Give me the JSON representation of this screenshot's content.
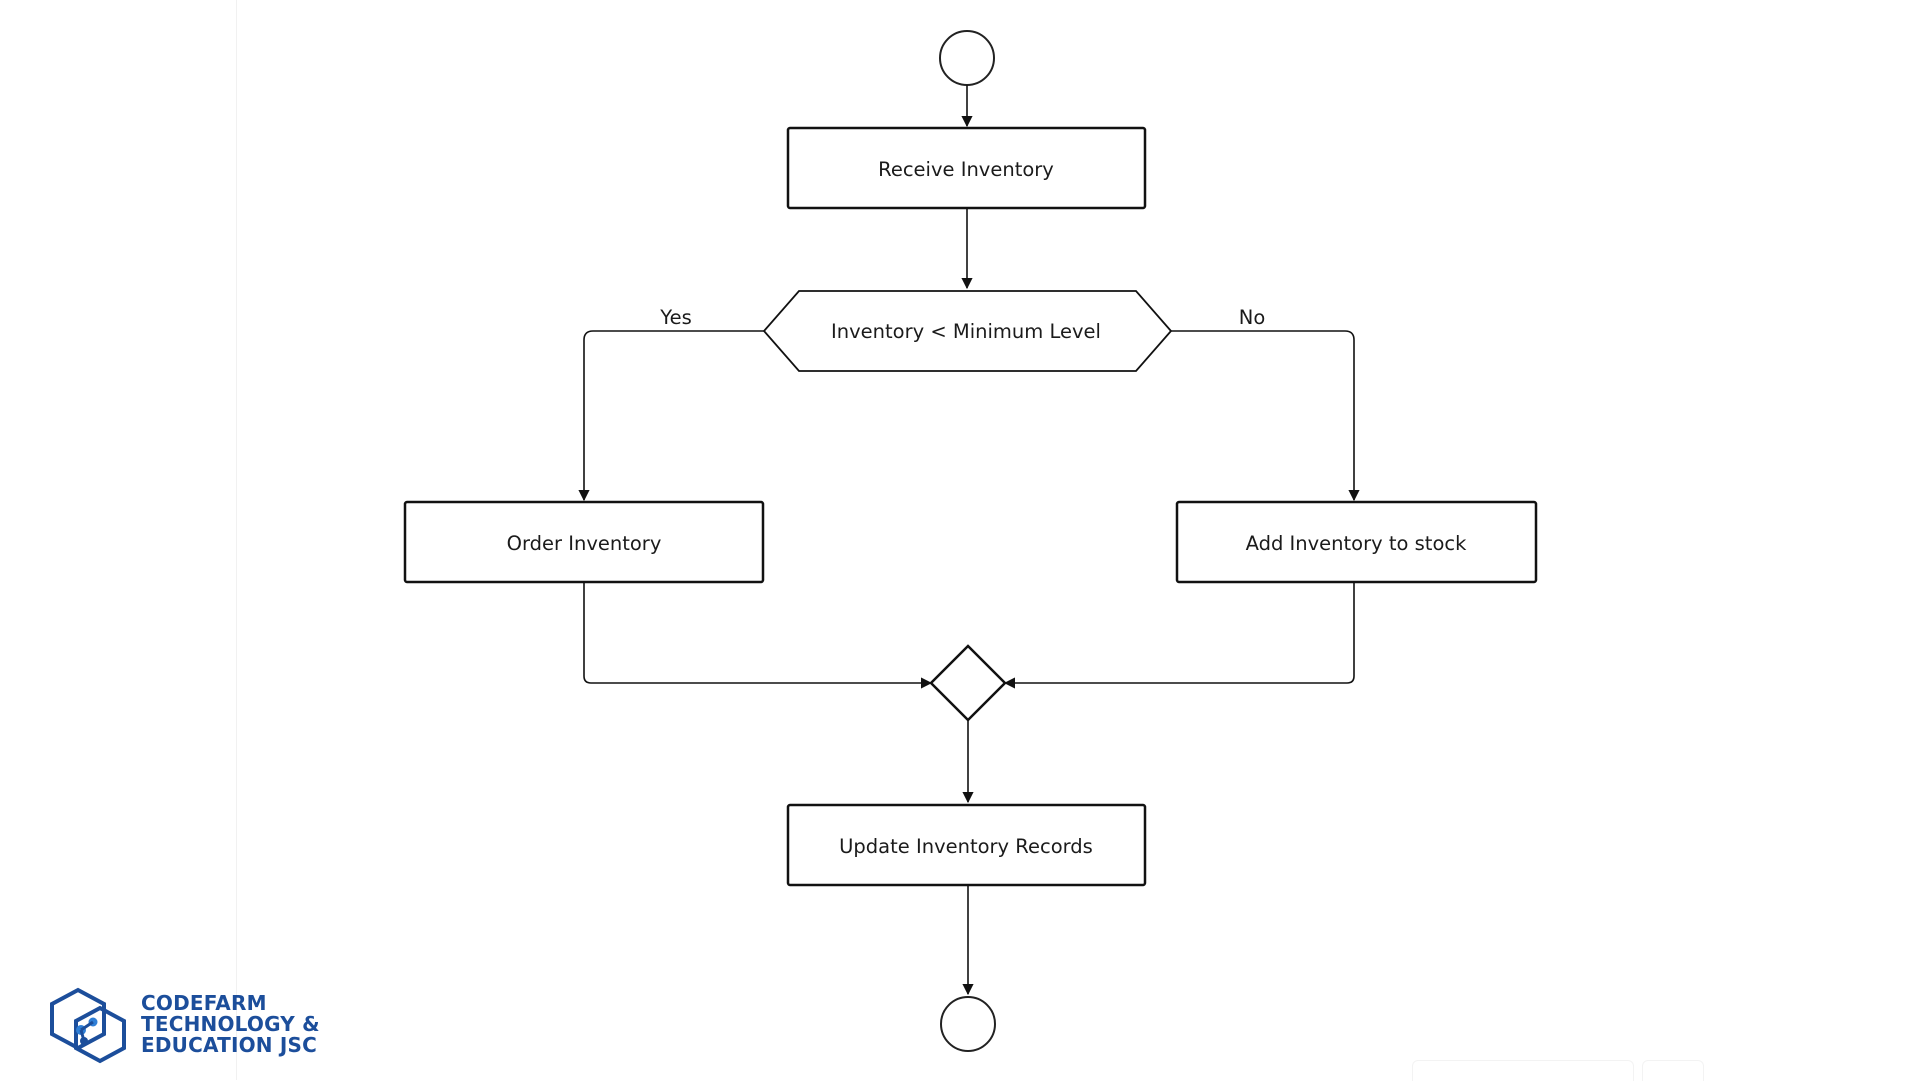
{
  "diagram": {
    "nodes": {
      "start": {
        "type": "initial-node"
      },
      "receive": {
        "label": "Receive Inventory"
      },
      "decision": {
        "label": "Inventory < Minimum Level"
      },
      "order": {
        "label": "Order Inventory"
      },
      "add": {
        "label": "Add Inventory to stock"
      },
      "merge": {
        "type": "merge-node"
      },
      "update": {
        "label": "Update Inventory Records"
      },
      "end": {
        "type": "final-node"
      }
    },
    "edges": {
      "yes_label": "Yes",
      "no_label": "No"
    }
  },
  "logo": {
    "line1": "CODEFARM",
    "line2": "TECHNOLOGY &",
    "line3": "EDUCATION JSC",
    "color": "#1c4e9b"
  }
}
